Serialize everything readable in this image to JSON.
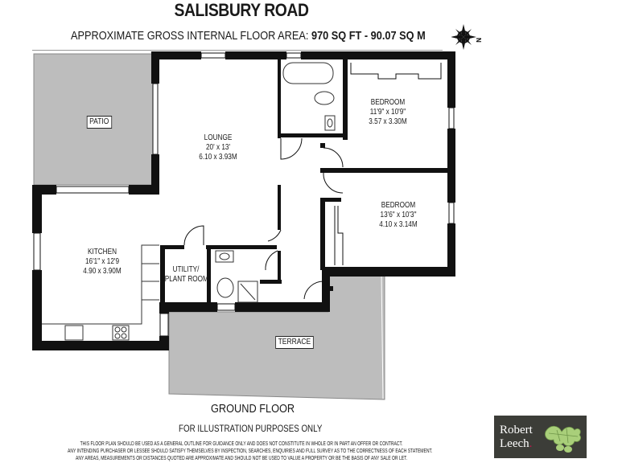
{
  "header": {
    "title": "SALISBURY ROAD",
    "area_label": "APPROXIMATE GROSS INTERNAL FLOOR AREA:",
    "area_sqft": "970 SQ FT",
    "area_separator": "-",
    "area_sqm": "90.07 SQ M",
    "compass_label": "N",
    "compass_icon": "compass-rose-icon"
  },
  "rooms": {
    "patio": {
      "name": "PATIO"
    },
    "lounge": {
      "name": "LOUNGE",
      "imperial": "20' x 13'",
      "metric": "6.10 x 3.93M"
    },
    "bedroom1": {
      "name": "BEDROOM",
      "imperial": "11'9\" x 10'9\"",
      "metric": "3.57 x 3.30M"
    },
    "bedroom2": {
      "name": "BEDROOM",
      "imperial": "13'6\" x 10'3\"",
      "metric": "4.10 x 3.14M"
    },
    "kitchen": {
      "name": "KITCHEN",
      "imperial": "16'1\" x 12'9",
      "metric": "4.90 x 3.90M"
    },
    "utility": {
      "name_line1": "UTILITY/",
      "name_line2": "PLANT ROOM"
    },
    "terrace": {
      "name": "TERRACE"
    }
  },
  "footer": {
    "floor_name": "GROUND FLOOR",
    "illustration_note": "FOR ILLUSTRATION PURPOSES ONLY",
    "disclaimer": [
      "THIS FLOOR PLAN SHOULD BE USED AS A GENERAL OUTLINE FOR GUIDANCE ONLY AND DOES NOT CONSTITUTE IN WHOLE OR IN PART AN OFFER OR CONTRACT.",
      "ANY INTENDING PURCHASER OR LESSEE SHOULD SATISFY THEMSELVES BY INSPECTION, SEARCHES, ENQUIRIES AND FULL SURVEY AS TO THE CORRECTNESS OF EACH STATEMENT.",
      "ANY AREAS, MEASUREMENTS OR DISTANCES QUOTED ARE APPROXIMATE AND SHOULD NOT BE USED TO VALUE A PROPERTY OR BE THE BASIS OF ANY SALE OR LET."
    ]
  },
  "logo": {
    "line1": "Robert",
    "line2": "Leech",
    "dot": ".",
    "background": "#3c3d38",
    "leaf_color": "#a9cf7a",
    "dot_color": "#c3174e"
  },
  "colors": {
    "wall": "#111111",
    "outdoor_fill": "#bdbdbd",
    "floor": "#ffffff"
  }
}
